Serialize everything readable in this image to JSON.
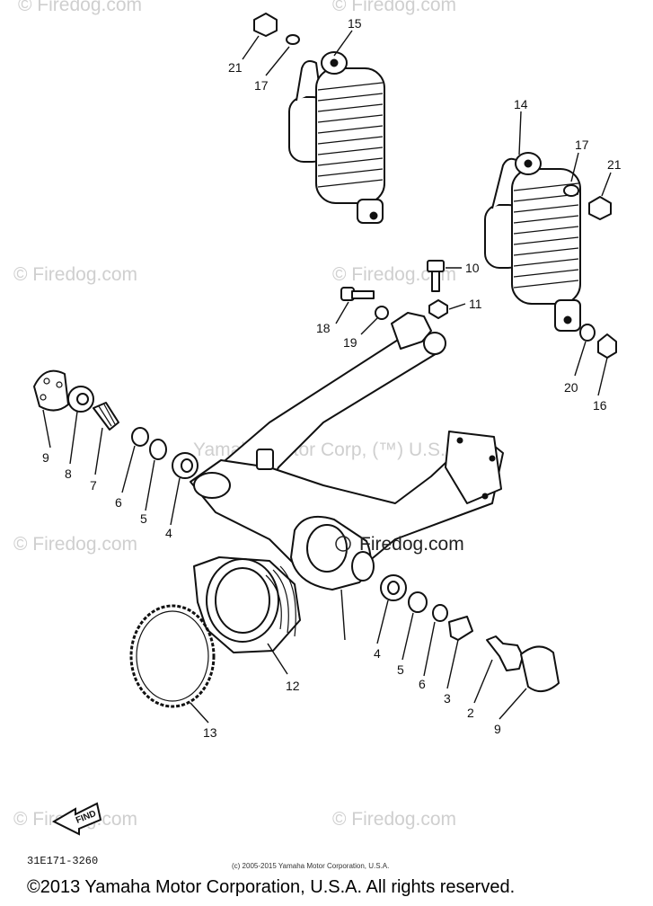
{
  "watermarks": {
    "firedog": "© Firedog.com",
    "firedog_plain": "Firedog.com",
    "yamaha": "Yamaha Motor Corp, (™) U.S.A."
  },
  "callouts": {
    "c15": "15",
    "c21_top": "21",
    "c17_top": "17",
    "c14": "14",
    "c17_right": "17",
    "c21_right": "21",
    "c10": "10",
    "c11": "11",
    "c18": "18",
    "c19": "19",
    "c20": "20",
    "c16": "16",
    "c9_left": "9",
    "c8": "8",
    "c7": "7",
    "c6_left": "6",
    "c5_left": "5",
    "c4_left": "4",
    "c12": "12",
    "c13": "13",
    "c4_right": "4",
    "c5_right": "5",
    "c6_right": "6",
    "c3": "3",
    "c2": "2",
    "c9_right": "9"
  },
  "find_label": "FIND",
  "diagram_code": "31E171-3260",
  "small_copyright": "(c) 2005-2015 Yamaha Motor Corporation, U.S.A.",
  "copyright": "©2013 Yamaha Motor Corporation, U.S.A. All rights reserved."
}
